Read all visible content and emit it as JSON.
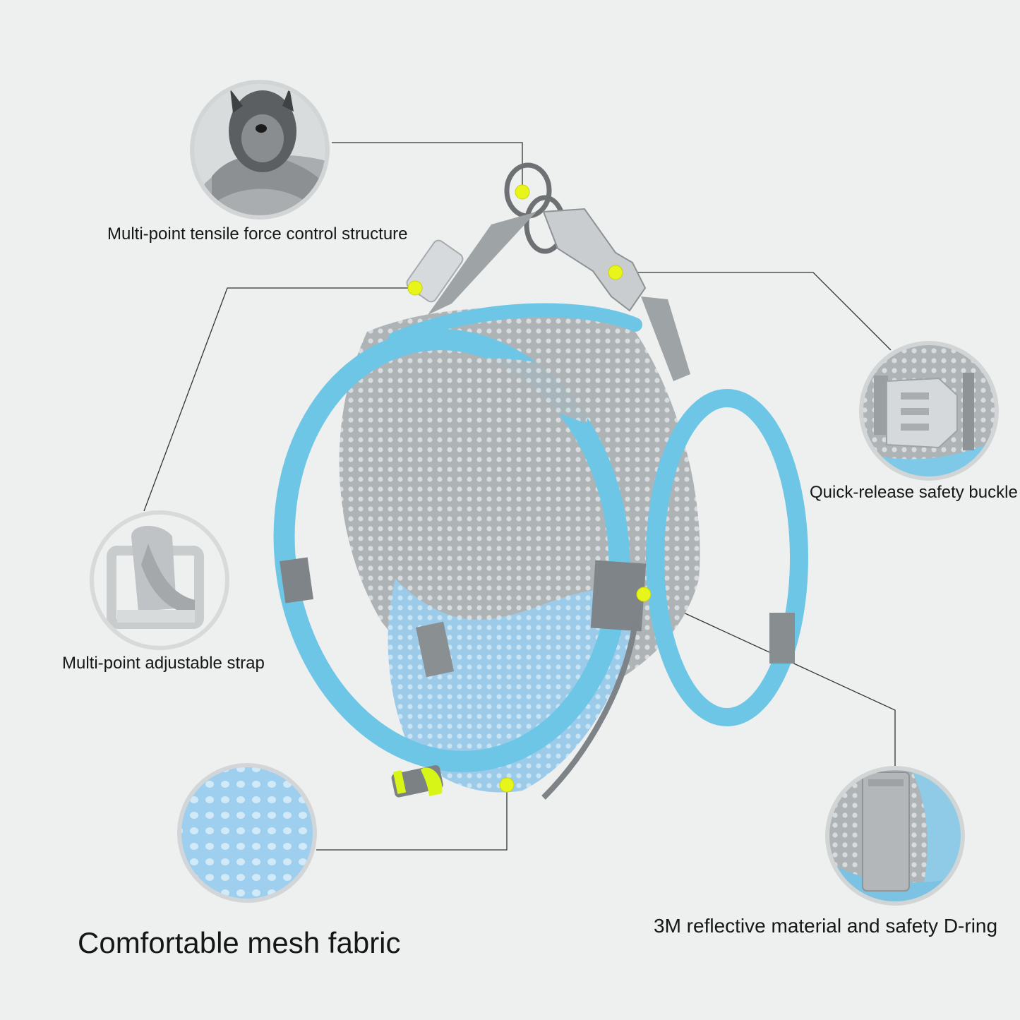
{
  "callouts": {
    "tensile": "Multi-point tensile force control structure",
    "buckle": "Quick-release safety buckle",
    "strap": "Multi-point adjustable strap",
    "reflective": "3M reflective material and safety D-ring",
    "mesh": "Comfortable mesh fabric"
  },
  "colors": {
    "background": "#eef0f0",
    "trim_blue": "#6ec6e6",
    "mesh_grey": "#b4b8bb",
    "mesh_blue": "#a9d3ee",
    "marker_yellow": "#e8f51a",
    "leader_line": "#333333"
  }
}
